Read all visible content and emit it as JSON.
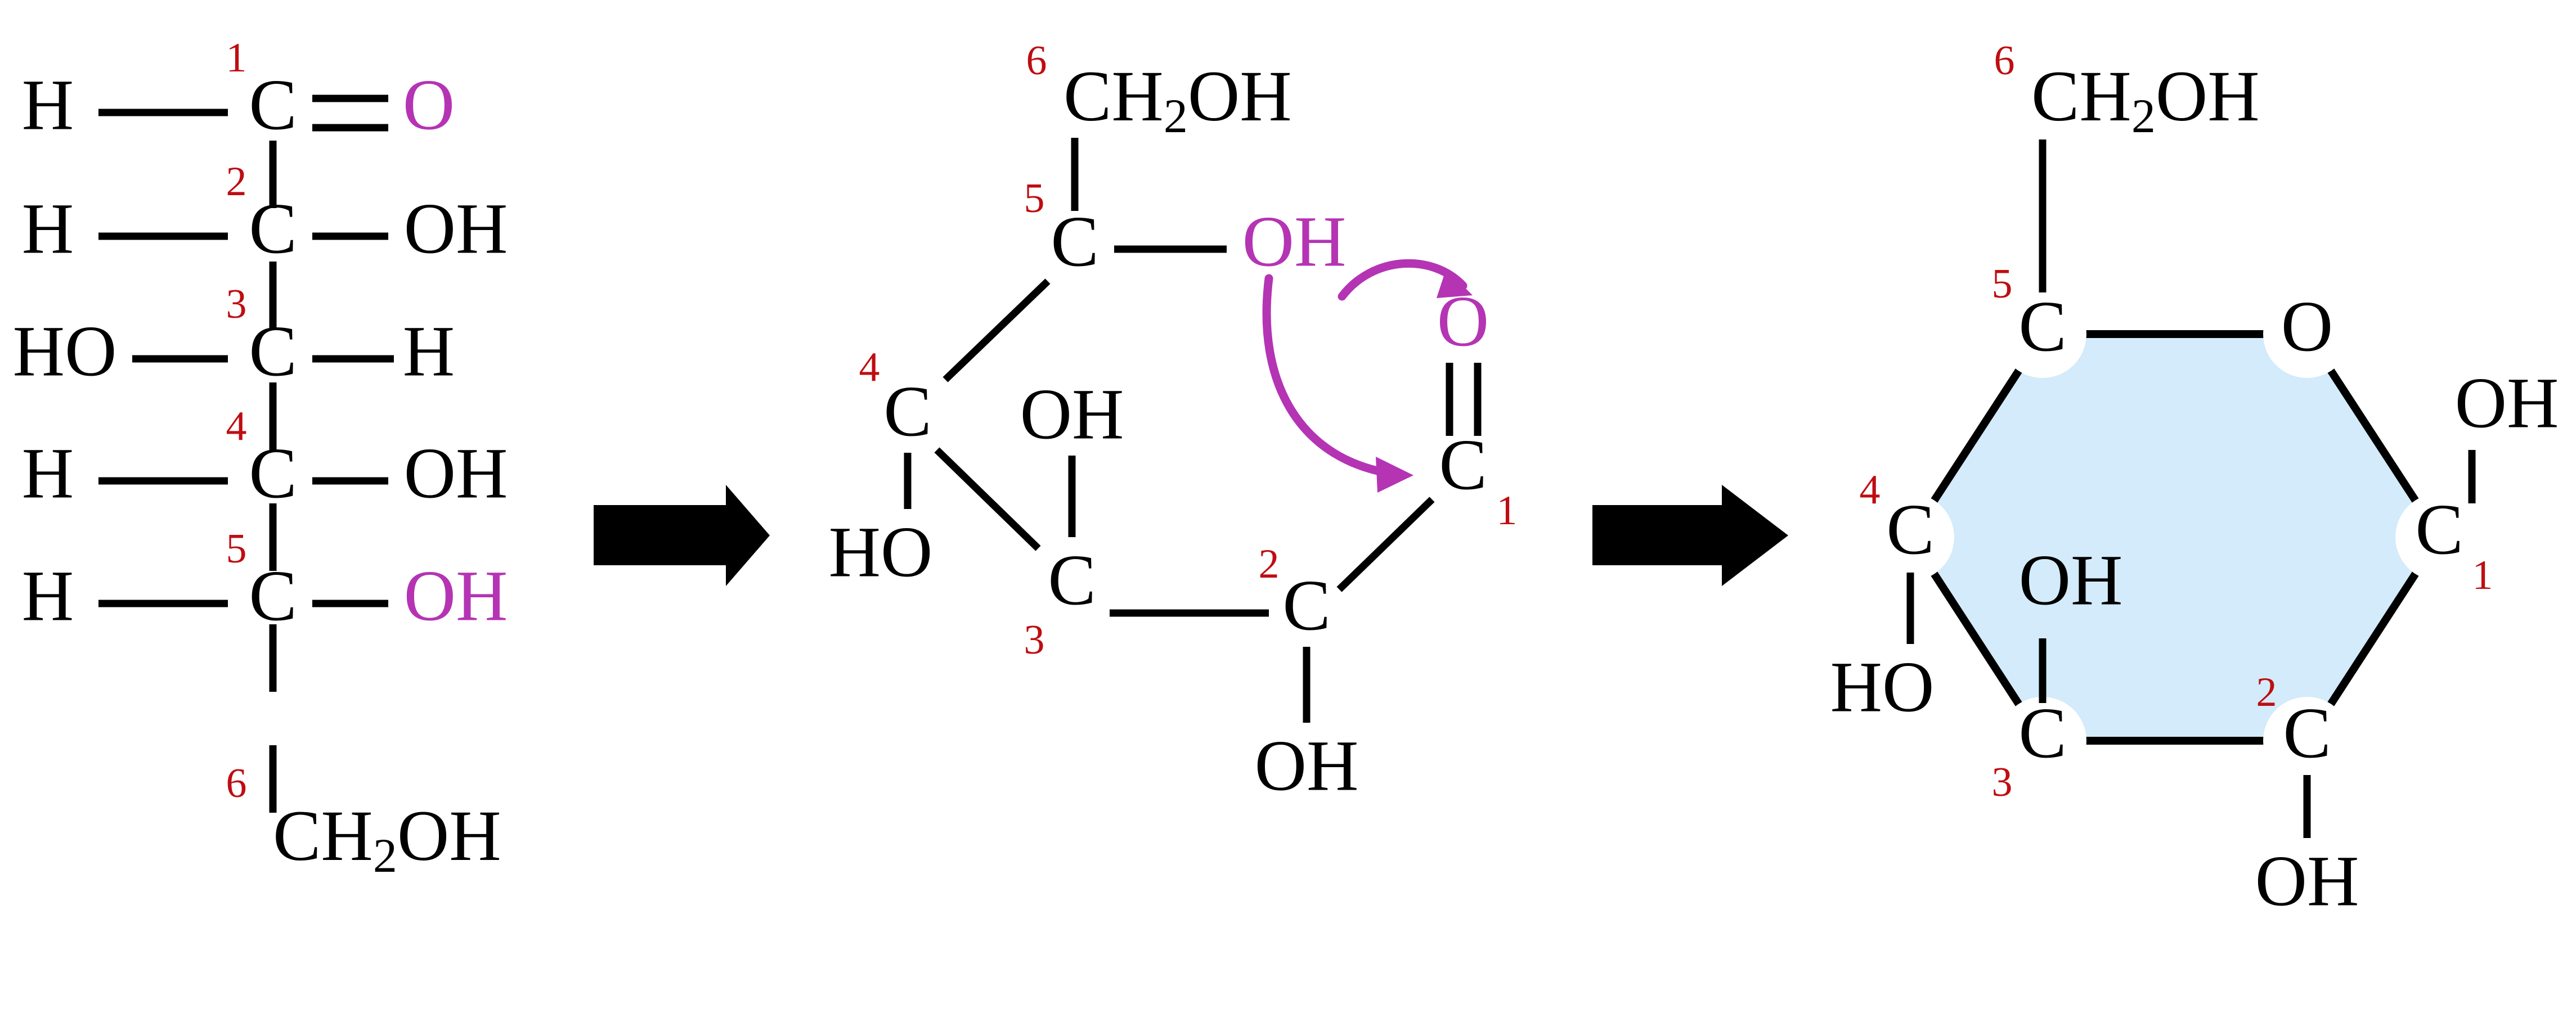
{
  "figure": {
    "title": "Glucose cyclization: open-chain Fischer projection to pyranose ring",
    "colors": {
      "black": "#000000",
      "red_locant": "#BE0D12",
      "purple_highlight": "#B434B4",
      "ring_fill": "#D3EBFA",
      "background": "#FFFFFF"
    }
  },
  "structures": [
    {
      "id": "fischer-projection",
      "name": "open-chain-fischer-projection",
      "locants": [
        "1",
        "2",
        "3",
        "4",
        "5",
        "6"
      ],
      "backbone": [
        "C",
        "C",
        "C",
        "C",
        "C",
        "CH2OH"
      ],
      "rows": [
        {
          "locant": "1",
          "left": "H",
          "center": "C",
          "right": "O",
          "bond_order": "double",
          "right_color": "purple"
        },
        {
          "locant": "2",
          "left": "H",
          "center": "C",
          "right": "OH",
          "bond_order": "single",
          "right_color": "black"
        },
        {
          "locant": "3",
          "left": "HO",
          "center": "C",
          "right": "H",
          "bond_order": "single",
          "right_color": "black"
        },
        {
          "locant": "4",
          "left": "H",
          "center": "C",
          "right": "OH",
          "bond_order": "single",
          "right_color": "black"
        },
        {
          "locant": "5",
          "left": "H",
          "center": "C",
          "right": "OH",
          "bond_order": "single",
          "right_color": "purple"
        },
        {
          "locant": "6",
          "left": "",
          "center": "CH2OH",
          "center_sub": "2",
          "right": "",
          "bond_order": "none",
          "right_color": "black"
        }
      ]
    },
    {
      "id": "open-chain-coiled",
      "name": "coiled-open-chain-with-mechanism-arrows",
      "labels": {
        "c6": "CH2OH",
        "c6_sub": "2",
        "c5": "C",
        "c5_oh": "OH",
        "c4": "C",
        "c4_ho": "HO",
        "c3": "C",
        "c3_oh": "OH",
        "c2": "C",
        "c2_oh": "OH",
        "c1": "C",
        "c1_o": "O"
      },
      "locants": {
        "c1": "1",
        "c2": "2",
        "c3": "3",
        "c4": "4",
        "c5": "5",
        "c6": "6"
      },
      "mechanism_arrows": [
        {
          "name": "oh-lone-pair-to-carbonyl-oxygen",
          "from": "C5-OH",
          "to": "carbonyl O",
          "color": "#B434B4"
        },
        {
          "name": "oh-oxygen-to-carbonyl-carbon",
          "from": "C5-OH",
          "to": "C1",
          "color": "#B434B4"
        }
      ],
      "highlight_color": "#B434B4"
    },
    {
      "id": "pyranose-ring",
      "name": "cyclic-pyranose-haworth-style",
      "ring_fill": "#D3EBFA",
      "labels": {
        "c6": "CH2OH",
        "c6_sub": "2",
        "c5": "C",
        "ring_o": "O",
        "c1": "C",
        "c1_oh": "OH",
        "c2": "C",
        "c2_oh": "OH",
        "c3": "C",
        "c3_oh": "OH",
        "c4": "C",
        "c4_ho": "HO"
      },
      "locants": {
        "c1": "1",
        "c2": "2",
        "c3": "3",
        "c4": "4",
        "c5": "5",
        "c6": "6"
      }
    }
  ],
  "reaction_arrows": [
    {
      "id": "arrow-1",
      "name": "reaction-arrow-first",
      "direction": "right"
    },
    {
      "id": "arrow-2",
      "name": "reaction-arrow-second",
      "direction": "right"
    }
  ]
}
